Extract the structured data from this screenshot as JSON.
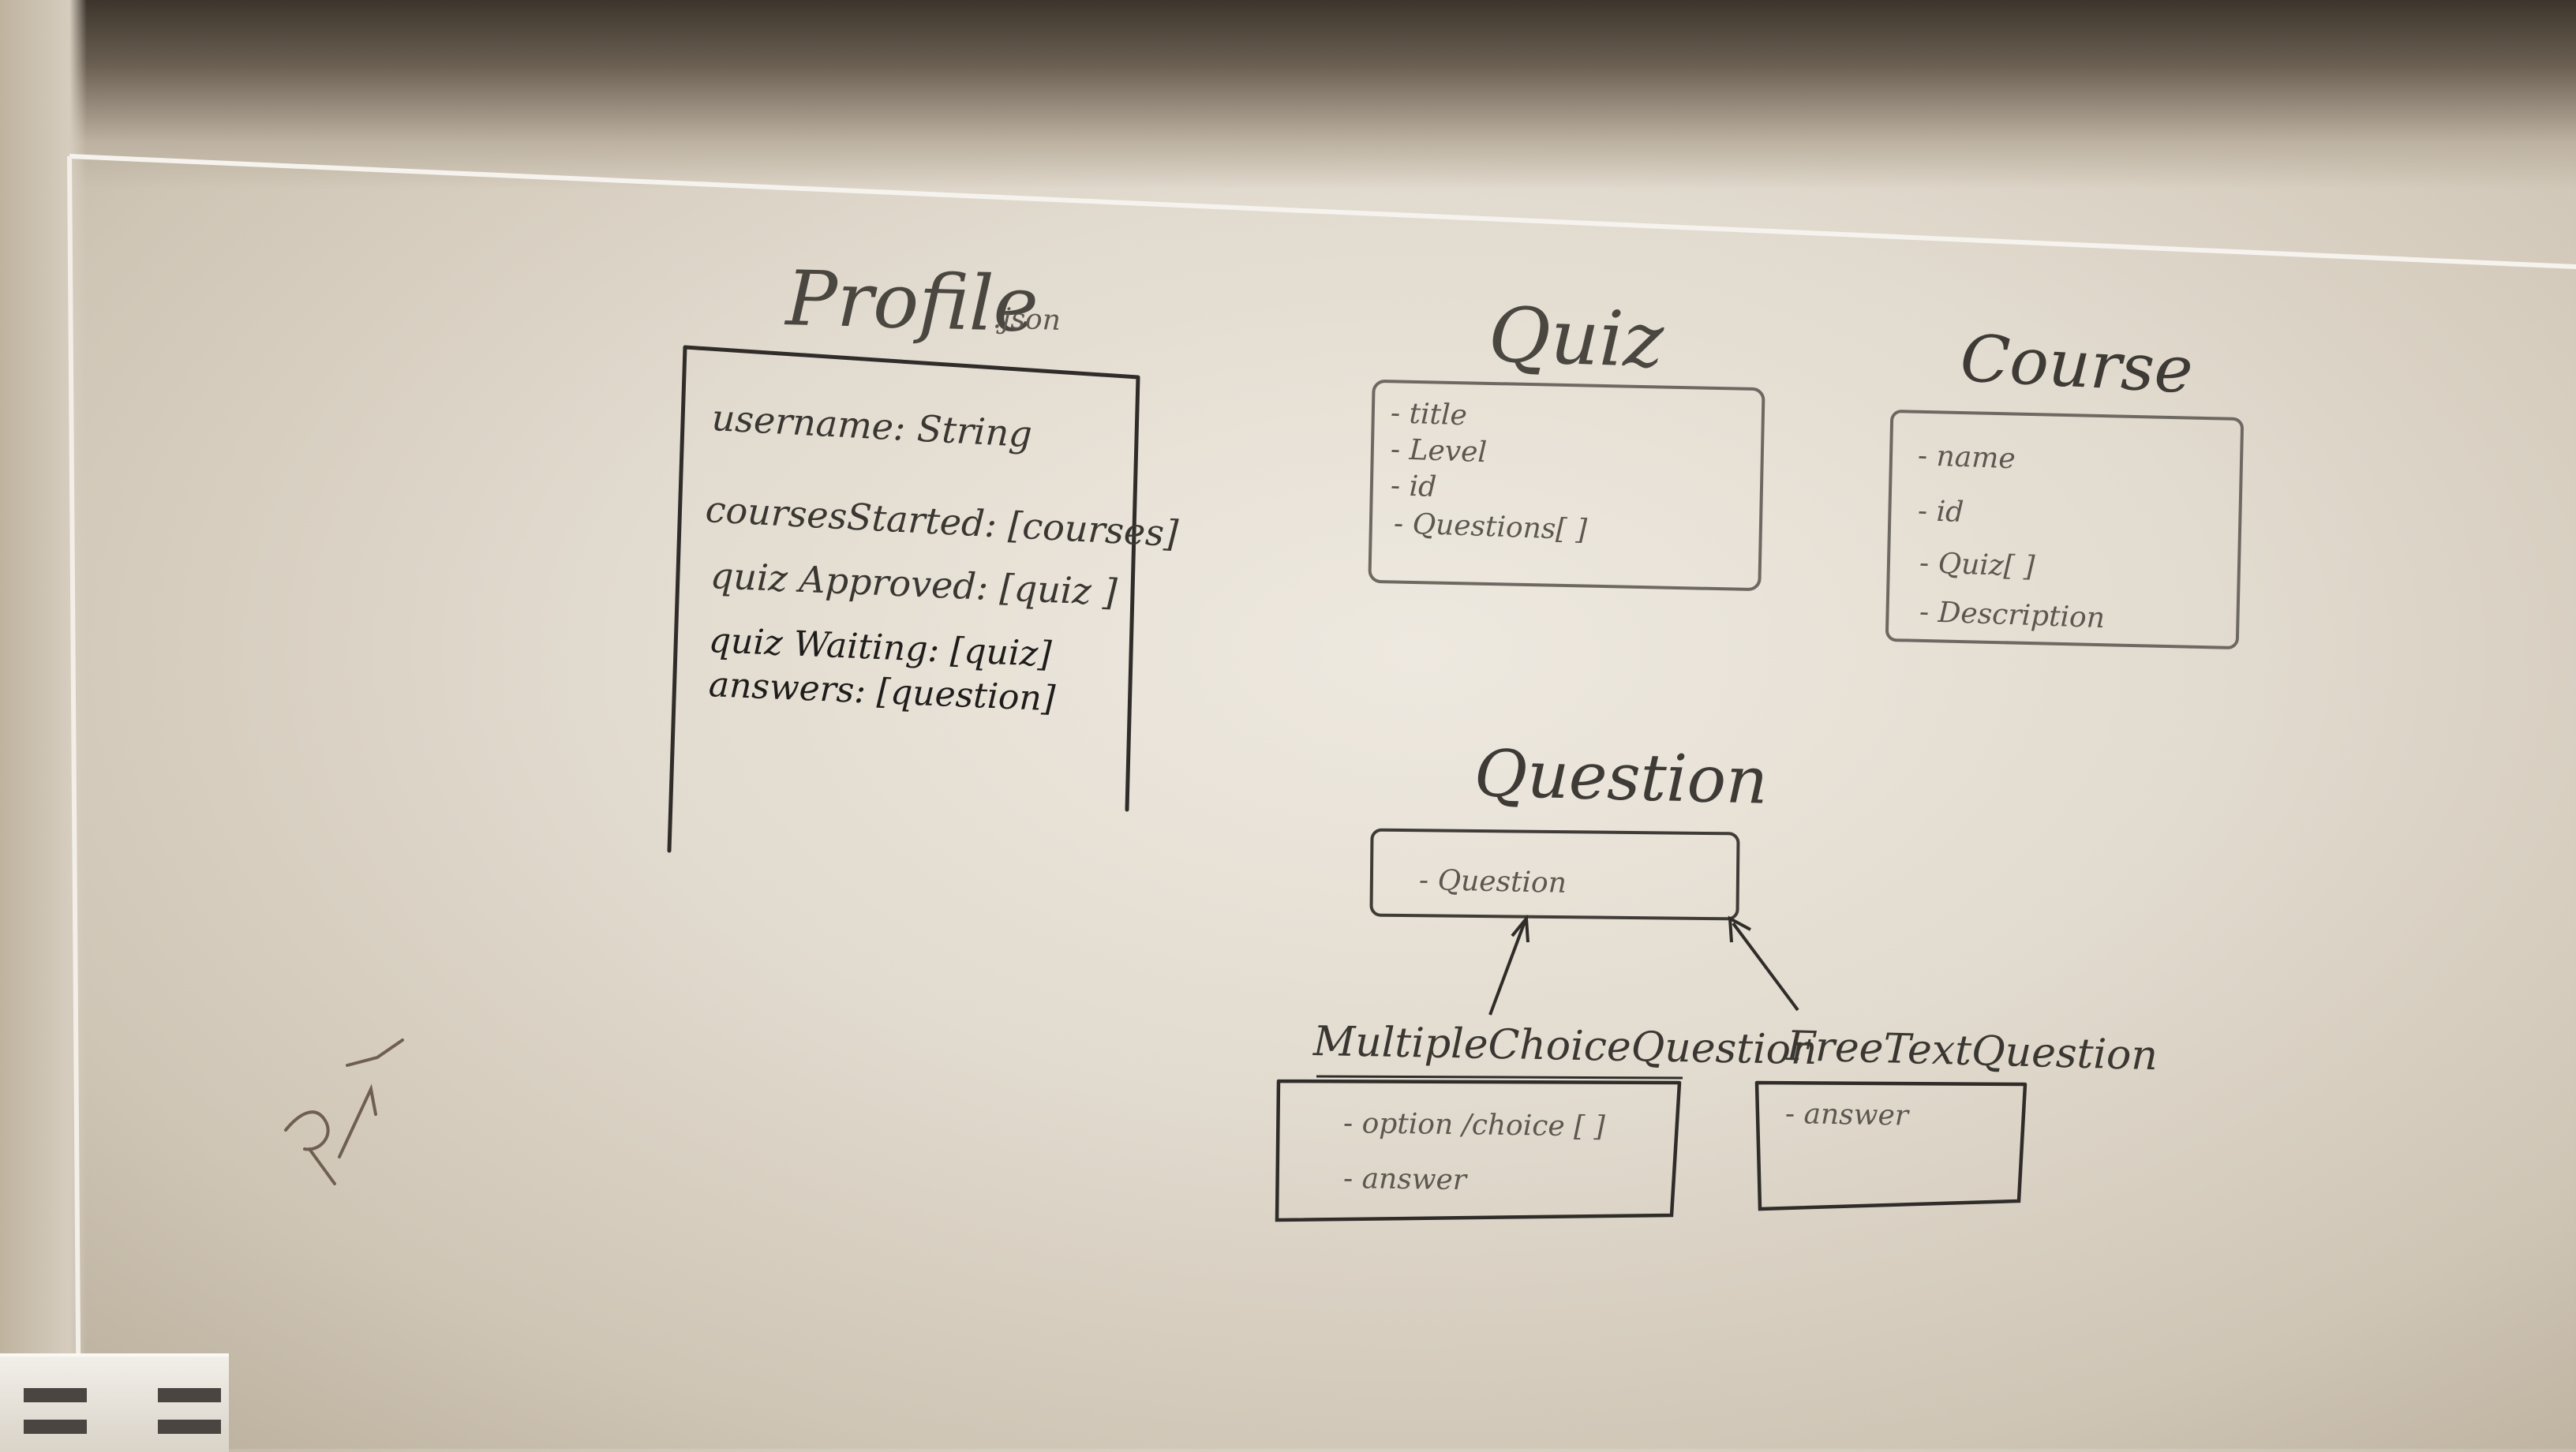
{
  "profile": {
    "title": "Profile",
    "title_suffix": ".json",
    "fields": [
      "username: String",
      "coursesStarted: [courses]",
      "quiz Approved: [quiz ]",
      "quiz Waiting: [quiz]",
      "answers: [question]"
    ]
  },
  "quiz": {
    "title": "Quiz",
    "fields": [
      "- title",
      "- Level",
      "- id",
      "- Questions[ ]"
    ]
  },
  "course": {
    "title": "Course",
    "fields": [
      "- name",
      "- id",
      "- Quiz[ ]",
      "- Description"
    ]
  },
  "question": {
    "title": "Question",
    "fields": [
      "- Question"
    ]
  },
  "multiple_choice": {
    "title": "MultipleChoiceQuestion",
    "fields": [
      "- option /choice [ ]",
      "- answer"
    ]
  },
  "free_text": {
    "title": "FreeTextQuestion",
    "fields": [
      "- answer"
    ]
  },
  "ink_color": "#2c2a27",
  "board_color": "#e6dfd3"
}
